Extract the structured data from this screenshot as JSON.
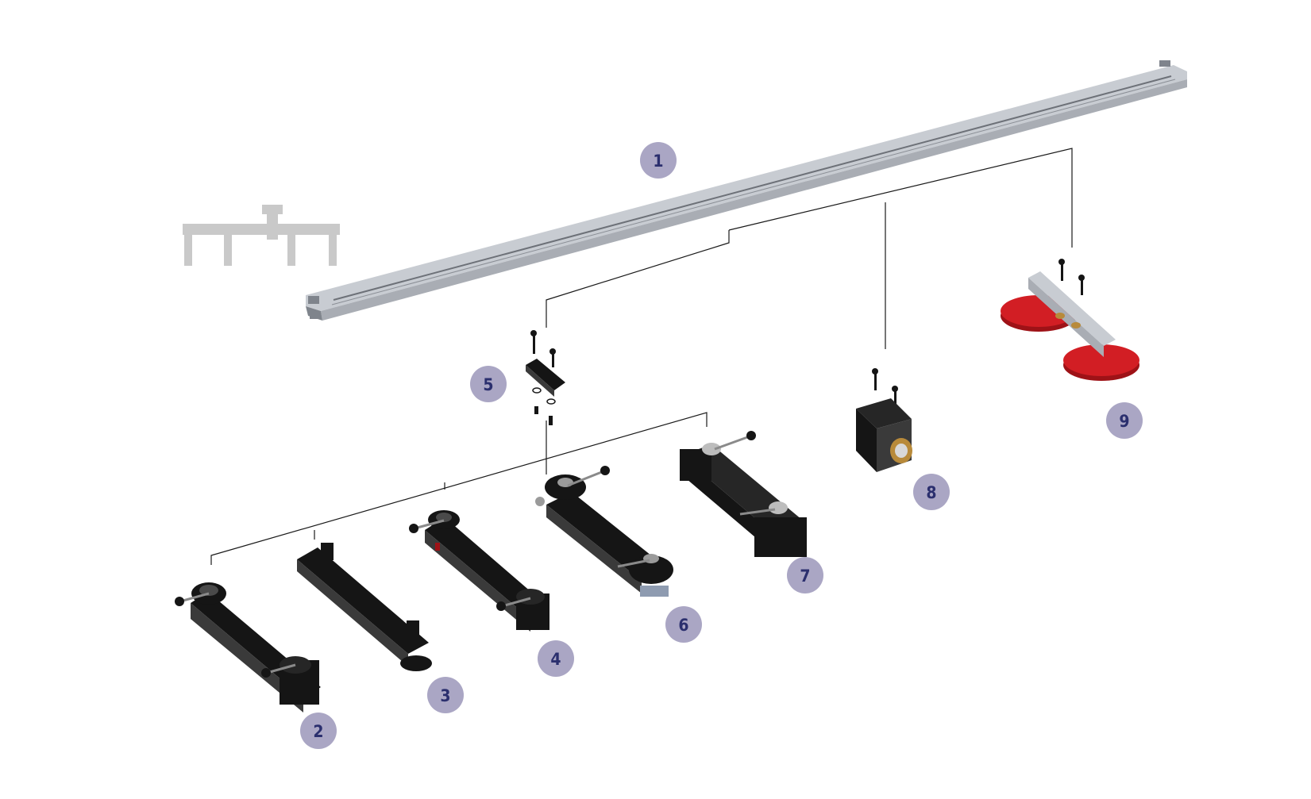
{
  "callouts": [
    {
      "id": "1",
      "label": "1"
    },
    {
      "id": "2",
      "label": "2"
    },
    {
      "id": "3",
      "label": "3"
    },
    {
      "id": "4",
      "label": "4"
    },
    {
      "id": "5",
      "label": "5"
    },
    {
      "id": "6",
      "label": "6"
    },
    {
      "id": "7",
      "label": "7"
    },
    {
      "id": "8",
      "label": "8"
    },
    {
      "id": "9",
      "label": "9"
    }
  ],
  "colors": {
    "callout_fill": "#aaa6c4",
    "callout_text": "#2b2f6e",
    "rail": "#a9adb4",
    "parts": "#151515",
    "suction_cups": "#d21e24"
  }
}
